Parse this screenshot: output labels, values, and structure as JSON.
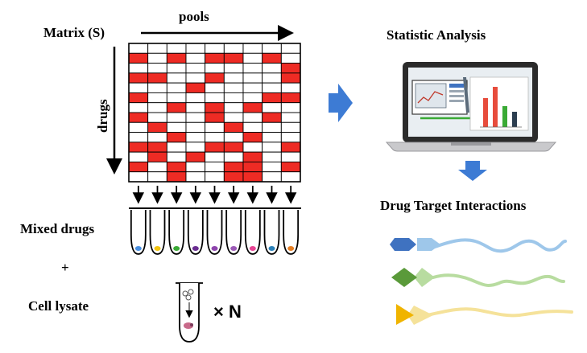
{
  "labels": {
    "matrix": "Matrix (S)",
    "pools": "pools",
    "drugs": "drugs",
    "mixed_drugs": "Mixed drugs",
    "plus": "+",
    "cell_lysate": "Cell lysate",
    "multiplier": "× N",
    "statistic": "Statistic Analysis",
    "interactions": "Drug Target Interactions"
  },
  "matrix": {
    "rows": 14,
    "cols": 9,
    "fill_color": "#ee2b24",
    "empty_color": "#ffffff",
    "cells": [
      [
        0,
        0,
        0,
        0,
        0,
        0,
        0,
        0,
        0
      ],
      [
        1,
        0,
        1,
        0,
        1,
        1,
        0,
        1,
        0
      ],
      [
        0,
        0,
        0,
        0,
        0,
        0,
        0,
        0,
        1
      ],
      [
        1,
        1,
        0,
        0,
        1,
        0,
        0,
        0,
        1
      ],
      [
        0,
        0,
        0,
        1,
        0,
        0,
        0,
        0,
        0
      ],
      [
        1,
        0,
        0,
        0,
        0,
        0,
        0,
        1,
        1
      ],
      [
        0,
        0,
        1,
        0,
        1,
        0,
        1,
        0,
        0
      ],
      [
        1,
        0,
        0,
        0,
        1,
        0,
        0,
        1,
        0
      ],
      [
        0,
        1,
        0,
        0,
        0,
        1,
        0,
        0,
        0
      ],
      [
        0,
        0,
        1,
        0,
        0,
        0,
        1,
        0,
        0
      ],
      [
        1,
        1,
        0,
        0,
        1,
        1,
        0,
        0,
        1
      ],
      [
        0,
        1,
        0,
        1,
        0,
        0,
        1,
        0,
        0
      ],
      [
        1,
        0,
        1,
        0,
        0,
        1,
        1,
        0,
        1
      ],
      [
        0,
        0,
        1,
        0,
        0,
        1,
        1,
        0,
        0
      ]
    ]
  },
  "tube_colors": [
    "#4a90e2",
    "#f2c40f",
    "#3aaa35",
    "#6a2c91",
    "#8e44ad",
    "#9b59b6",
    "#e84393",
    "#2980b9",
    "#e67e22"
  ],
  "chart_bar_colors": [
    "#e74c3c",
    "#e74c3c",
    "#3aaa35",
    "#2c3e50"
  ],
  "colors": {
    "arrow_blue": "#3d7bd4",
    "protein_blue": "#9ec7ea",
    "protein_blue_dark": "#3f72c0",
    "protein_green": "#b8dca0",
    "protein_green_dark": "#5a9a3a",
    "protein_yellow": "#f5e29a",
    "protein_yellow_dark": "#f0b400"
  }
}
